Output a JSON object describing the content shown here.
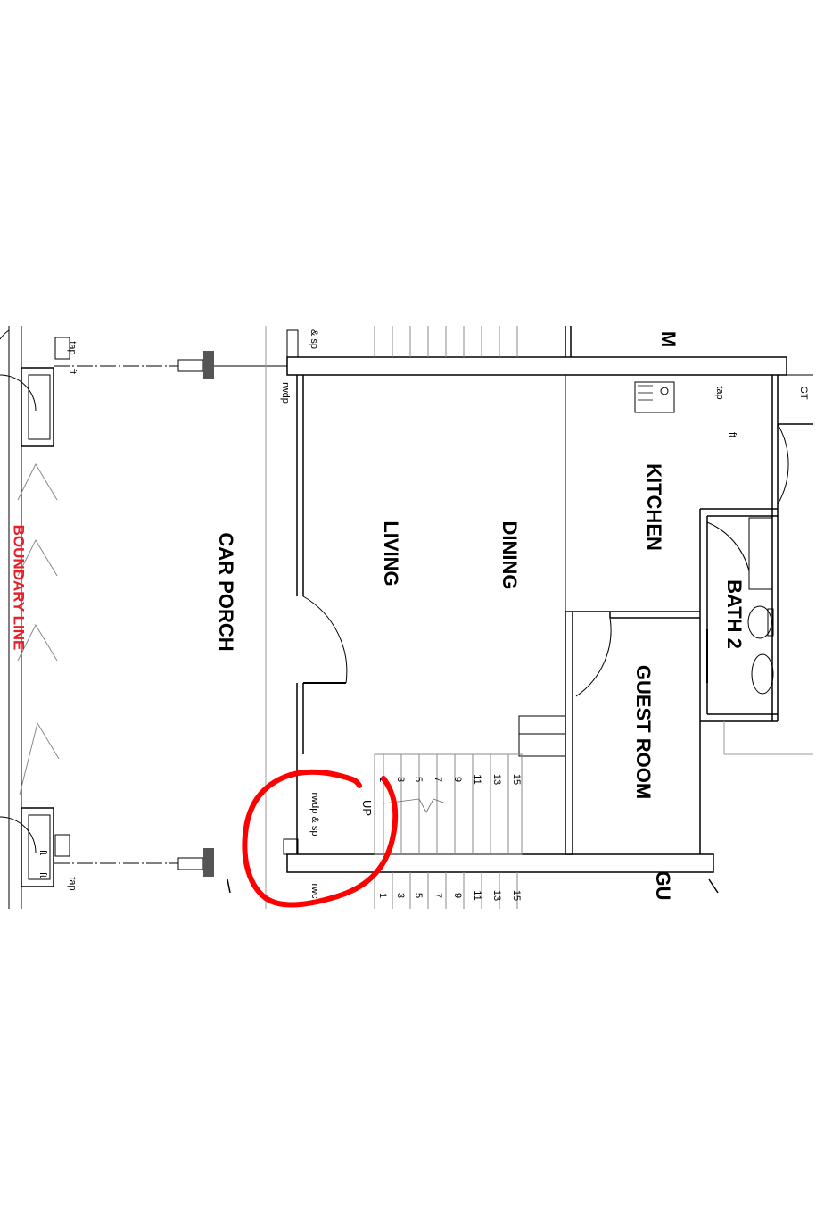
{
  "labels": {
    "boundary_line": "BOUNDARY LINE",
    "car_porch": "CAR PORCH",
    "living": "LIVING",
    "dining": "DINING",
    "kitchen": "KITCHEN",
    "bath2": "BATH 2",
    "guest_room": "GUEST ROOM",
    "gu_partial": "GU",
    "m_partial": "M",
    "gt": "GT",
    "up": "UP",
    "tap": "tap",
    "ft": "ft",
    "rwdp": "rwdp",
    "rwdp_sp": "rwdp & sp",
    "sp_partial": "& sp",
    "rwc_partial": "rwc"
  },
  "stair_numbers": [
    "1",
    "3",
    "5",
    "7",
    "9",
    "11",
    "13",
    "15"
  ],
  "colors": {
    "boundary_text": "#e8202a",
    "annotation": "#ff0000",
    "lines": "#000000"
  }
}
